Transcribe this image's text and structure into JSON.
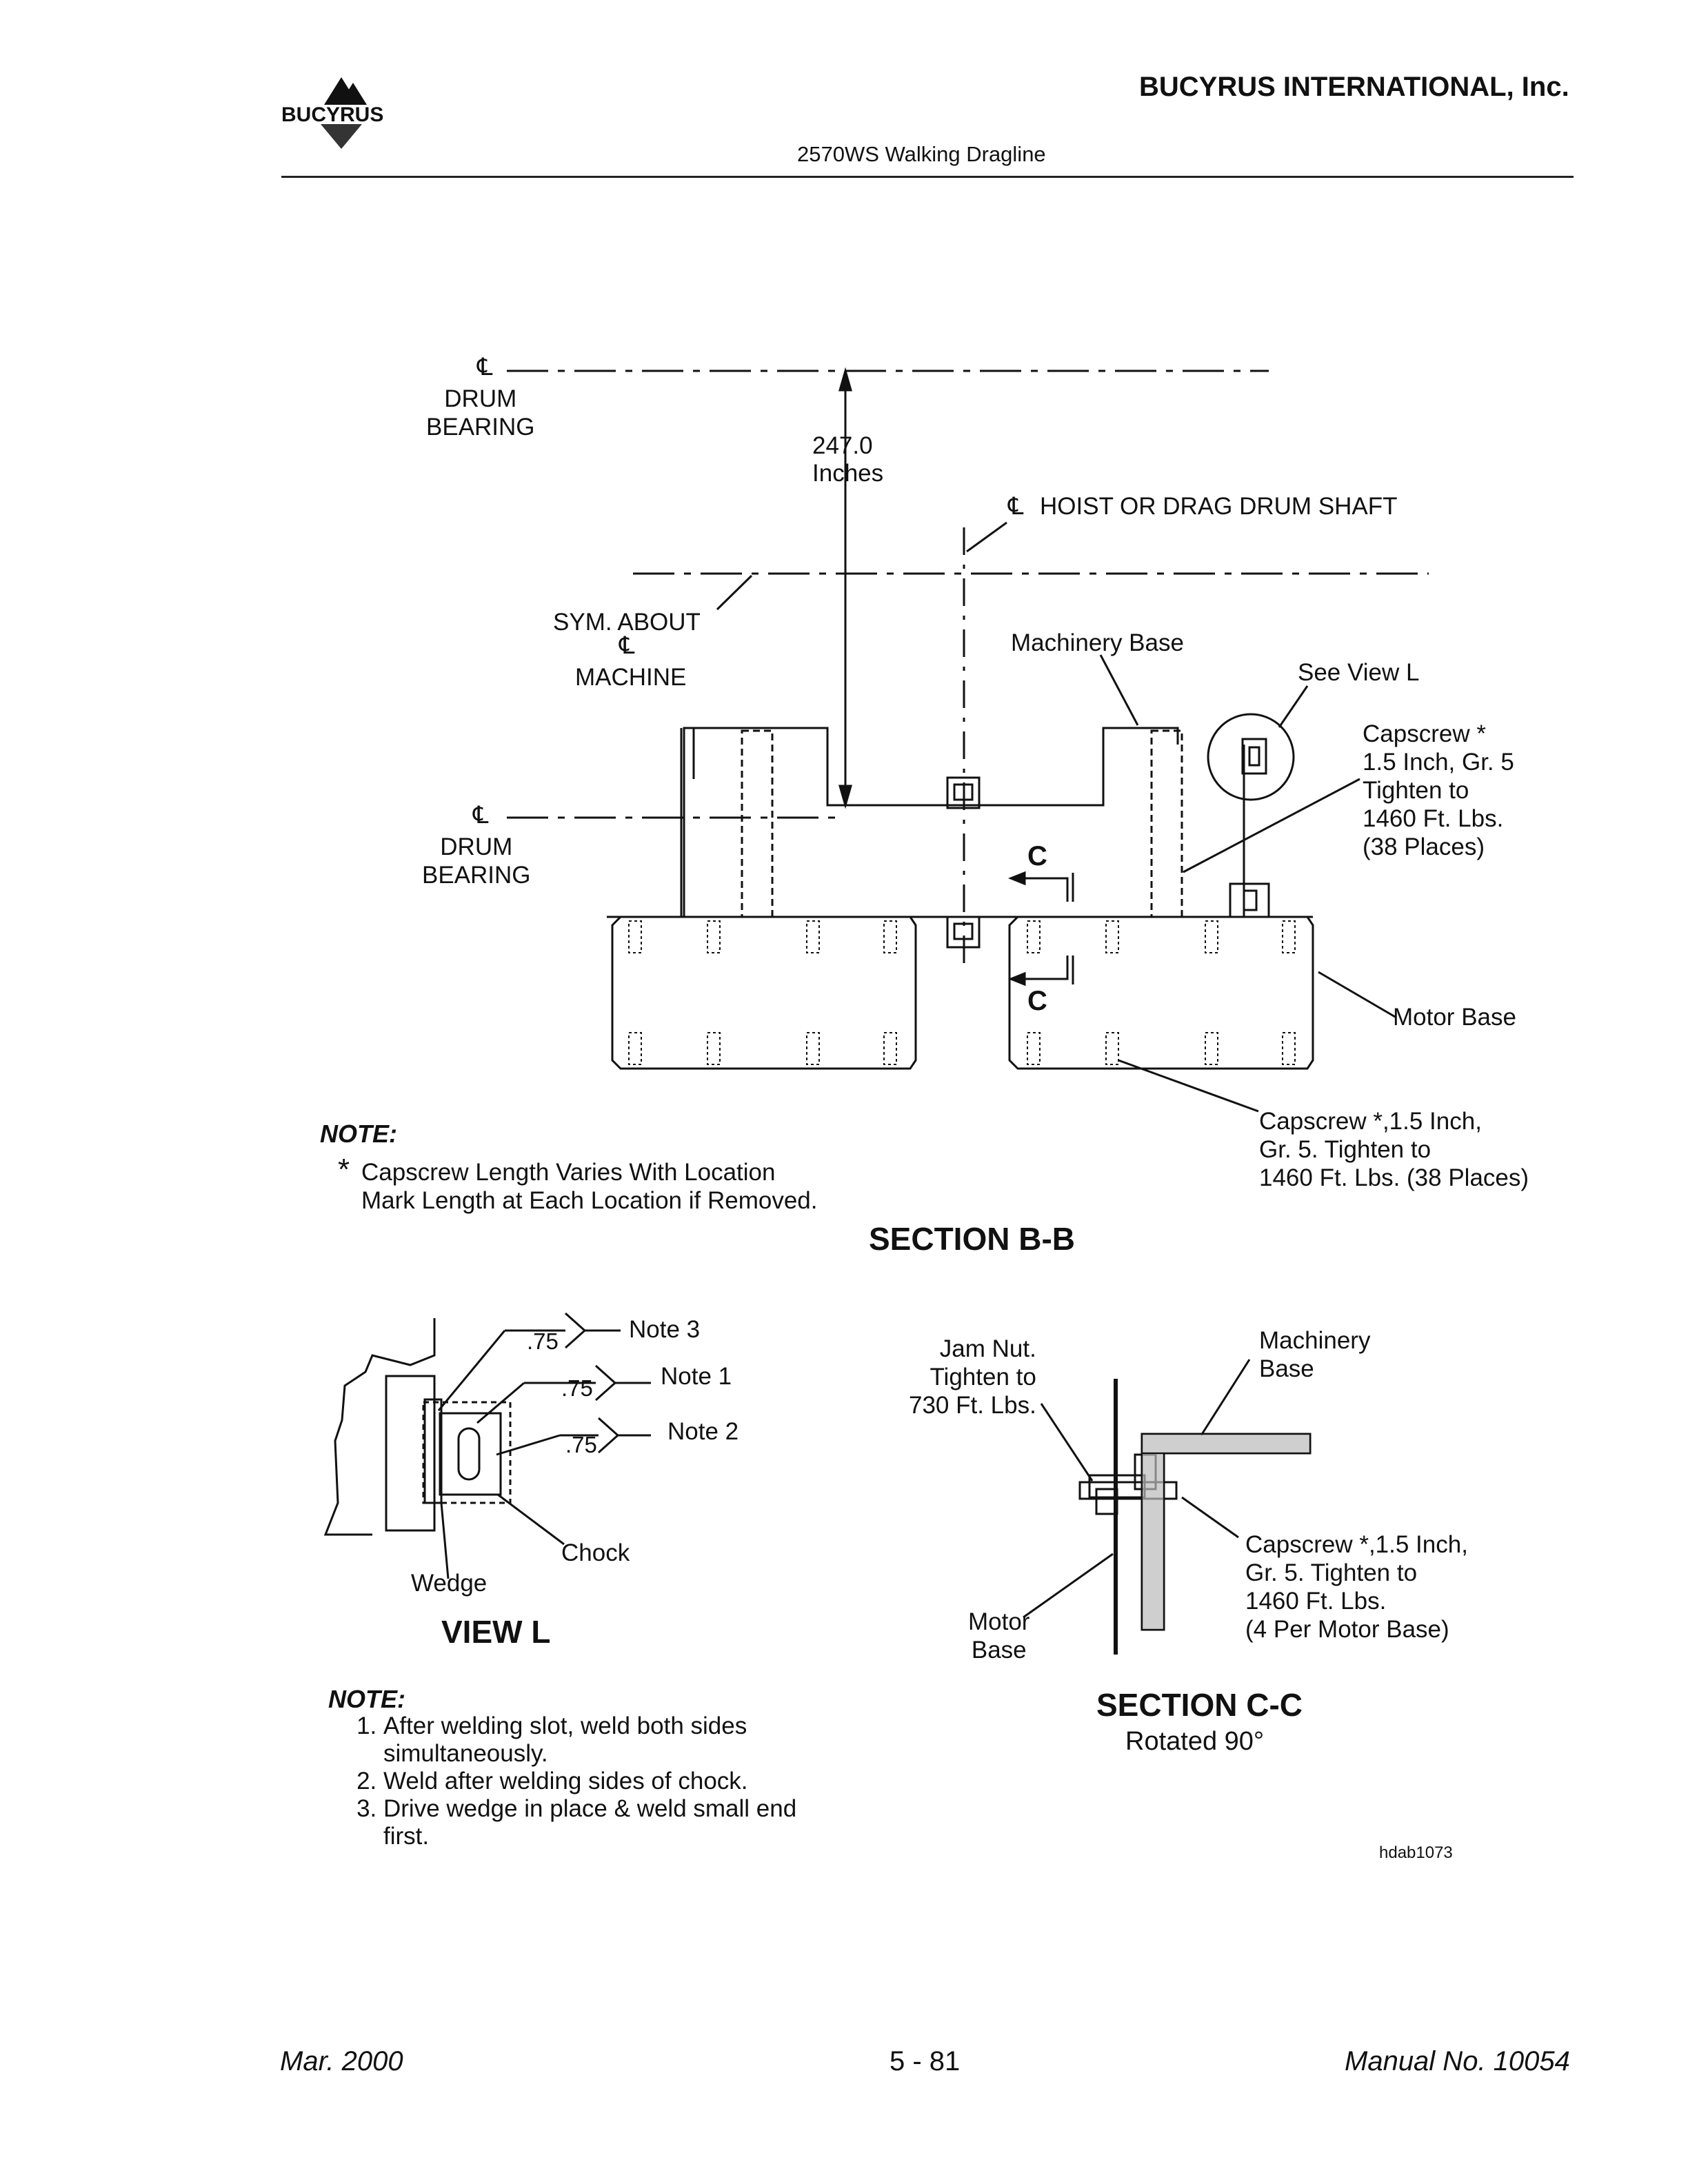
{
  "header": {
    "company": "BUCYRUS INTERNATIONAL, Inc.",
    "logo_text": "BUCYRUS",
    "subtitle": "2570WS Walking Dragline"
  },
  "section_bb": {
    "title": "SECTION B-B",
    "cl_symbol": "℄",
    "drum_bearing_label": "DRUM\nBEARING",
    "dimension_value": "247.0",
    "dimension_unit": "Inches",
    "hoist_label": "HOIST OR DRAG DRUM SHAFT",
    "sym_about": "SYM. ABOUT",
    "machine": "MACHINE",
    "machinery_base": "Machinery Base",
    "see_view_l": "See View L",
    "capscrew_upper": [
      "Capscrew *",
      "1.5 Inch, Gr. 5",
      "Tighten to",
      "1460 Ft. Lbs.",
      "(38 Places)"
    ],
    "section_marker": "C",
    "motor_base": "Motor Base",
    "capscrew_lower": [
      "Capscrew *,1.5 Inch,",
      "Gr. 5. Tighten to",
      "1460 Ft. Lbs. (38 Places)"
    ]
  },
  "note_bb": {
    "heading": "NOTE:",
    "star": "*",
    "lines": [
      "Capscrew Length Varies With Location",
      "Mark Length at Each Location if Removed."
    ]
  },
  "view_l": {
    "title": "VIEW L",
    "weld_size": ".75",
    "note3": "Note 3",
    "note1": "Note 1",
    "note2": "Note 2",
    "chock": "Chock",
    "wedge": "Wedge"
  },
  "note_l": {
    "heading": "NOTE:",
    "items": [
      "After welding slot, weld both sides simultaneously.",
      "Weld after welding sides of chock.",
      "Drive wedge in place & weld small end first."
    ]
  },
  "section_cc": {
    "title": "SECTION C-C",
    "rotated": "Rotated 90°",
    "jam_nut": [
      "Jam Nut.",
      "Tighten to",
      "730 Ft. Lbs."
    ],
    "machinery_base": [
      "Machinery",
      "Base"
    ],
    "capscrew": [
      "Capscrew *,1.5 Inch,",
      "Gr. 5. Tighten to",
      "1460 Ft. Lbs.",
      "(4 Per Motor Base)"
    ],
    "motor_base": [
      "Motor",
      "Base"
    ]
  },
  "drawing_id": "hdab1073",
  "footer": {
    "date": "Mar. 2000",
    "page": "5 - 81",
    "manual": "Manual No. 10054"
  }
}
